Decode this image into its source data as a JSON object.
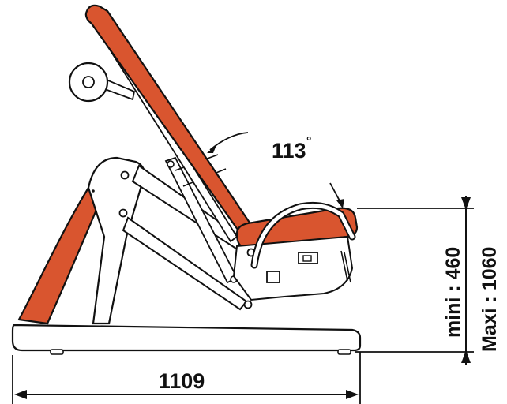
{
  "angle": {
    "value": "113",
    "unit": "°"
  },
  "width_dimension": "1109",
  "height_min": "mini : 460",
  "height_max": "Maxi : 1060",
  "colors": {
    "upholstery": "#d9552f",
    "line": "#111111",
    "frame": "#ffffff"
  }
}
